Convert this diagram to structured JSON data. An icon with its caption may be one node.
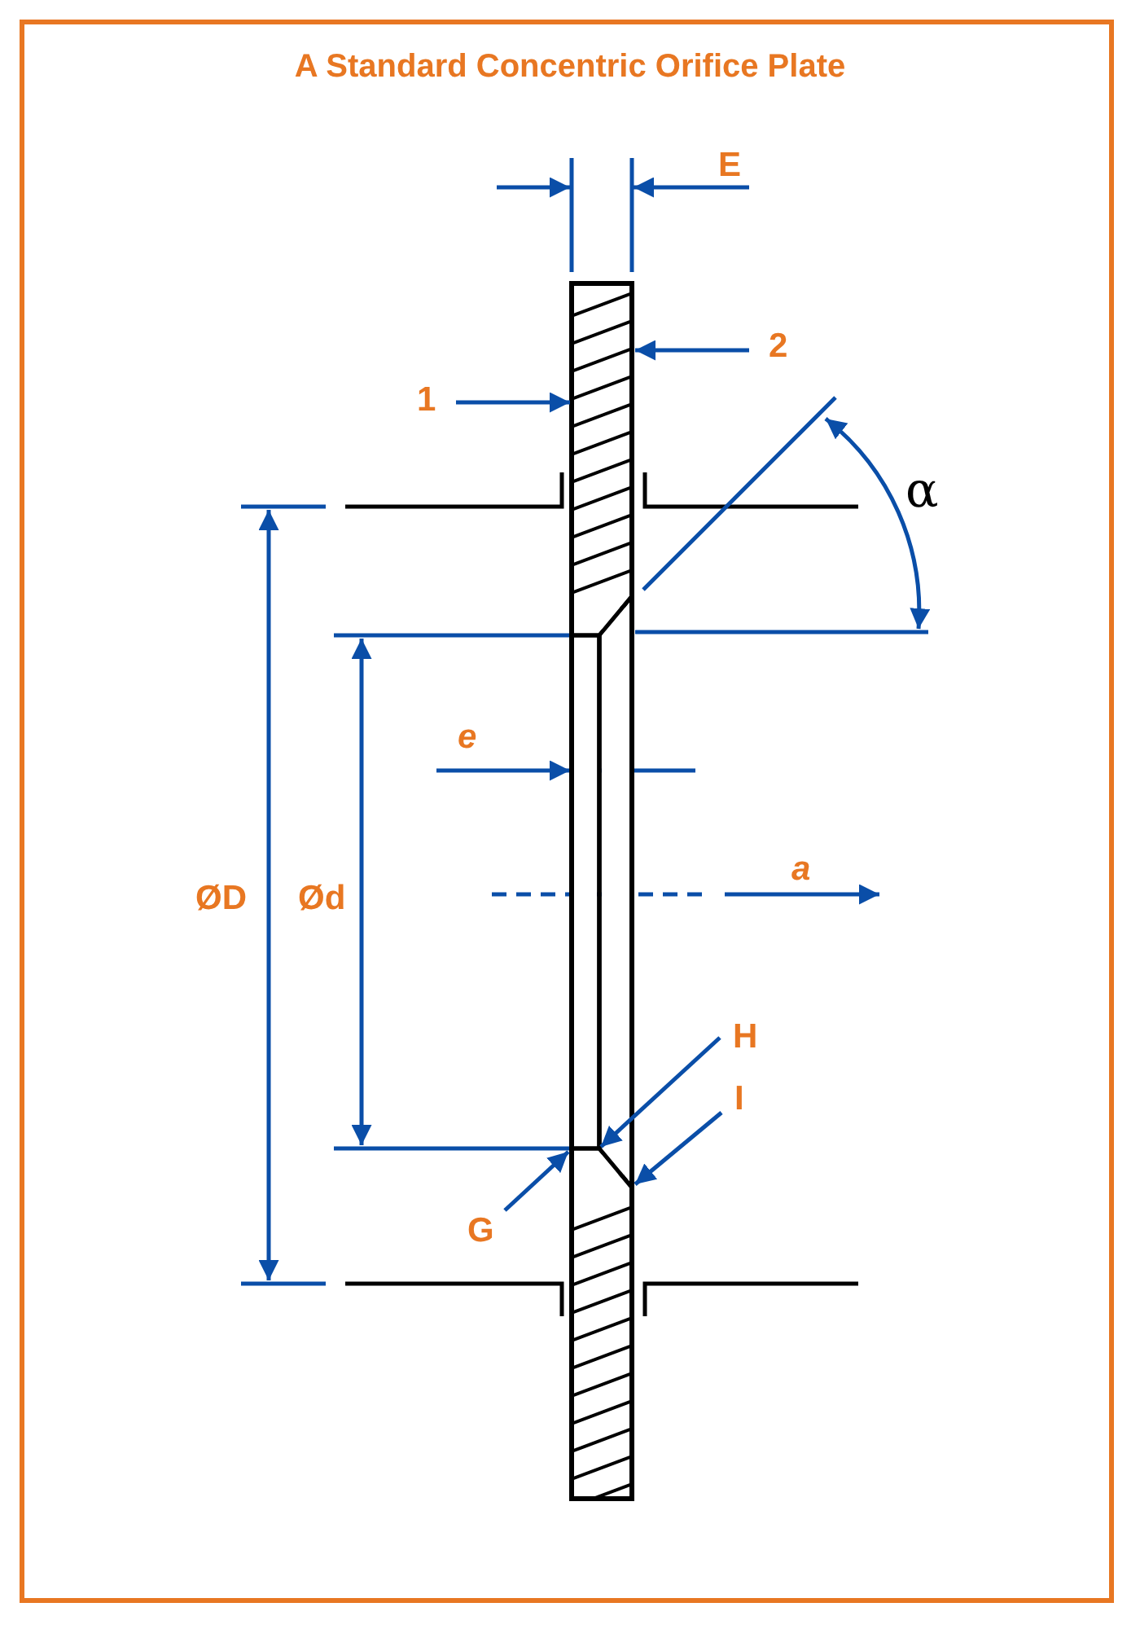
{
  "diagram": {
    "title": "A Standard Concentric Orifice Plate",
    "nodes": [
      {
        "text": [
          "1"
        ]
      },
      {
        "text": [
          "2"
        ]
      },
      {
        "text": [
          "H"
        ]
      },
      {
        "text": [
          "I"
        ]
      },
      {
        "text": [
          "G"
        ]
      },
      {
        "text": [],
        "shape": "picture"
      }
    ],
    "edges": [
      {
        "from": 0,
        "to": 5,
        "arrow": "to"
      },
      {
        "from": 1,
        "to": 5,
        "arrow": "to"
      },
      {
        "from": 2,
        "to": 5,
        "arrow": "to"
      },
      {
        "from": 3,
        "to": 5,
        "arrow": "to"
      },
      {
        "from": 4,
        "to": 5,
        "arrow": "to"
      }
    ],
    "labels": [
      "E",
      "α",
      "e",
      "a",
      "ØD",
      "Ød"
    ]
  }
}
